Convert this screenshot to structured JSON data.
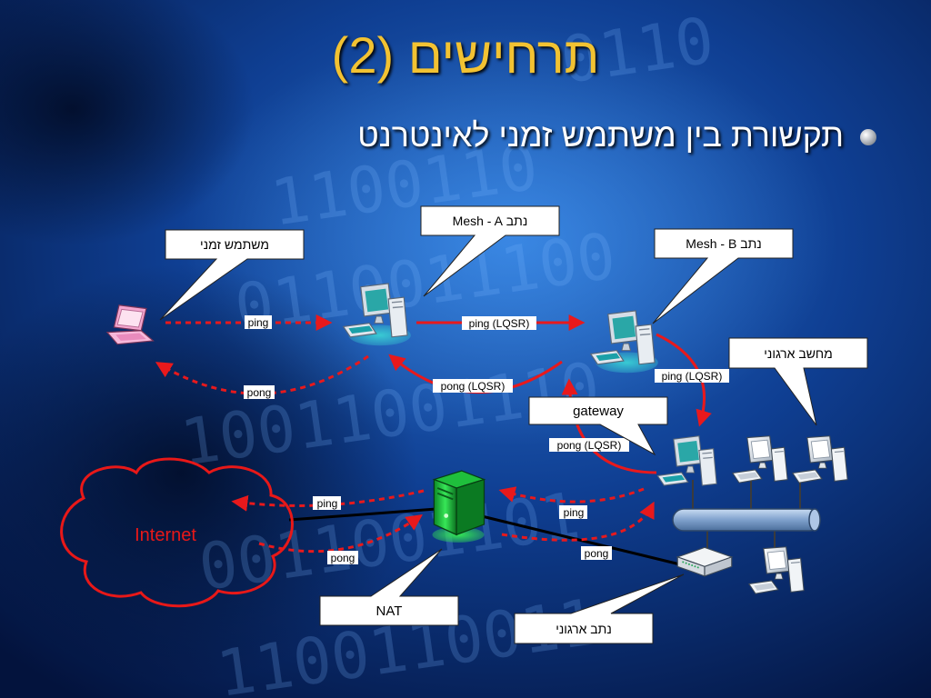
{
  "slide": {
    "title": "תרחישים (2)",
    "bullet": "תקשורת בין משתמש זמני לאינטרנט"
  },
  "callouts": {
    "temp_user": "משתמש זמני",
    "mesh_a": "נתב Mesh - A",
    "mesh_b": "נתב Mesh - B",
    "org_computer": "מחשב ארגוני",
    "gateway": "gateway",
    "nat": "NAT",
    "org_router": "נתב ארגוני"
  },
  "links": {
    "ping_user": "ping",
    "pong_user": "pong",
    "ping_lqsr_ab": "ping (LQSR)",
    "pong_lqsr_ba": "pong (LQSR)",
    "ping_lqsr_bgw": "ping (LQSR)",
    "pong_lqsr_gwb": "pong (LQSR)",
    "ping_internet": "ping",
    "pong_internet": "pong",
    "ping_gw_nat": "ping",
    "pong_nat_gw": "pong"
  },
  "cloud": {
    "label": "Internet"
  },
  "colors": {
    "title": "#f2c232",
    "arrow_red": "#e8191c",
    "cloud_outline": "#e81818",
    "cloud_text": "#e81818",
    "server_green": "#2ee04a"
  }
}
